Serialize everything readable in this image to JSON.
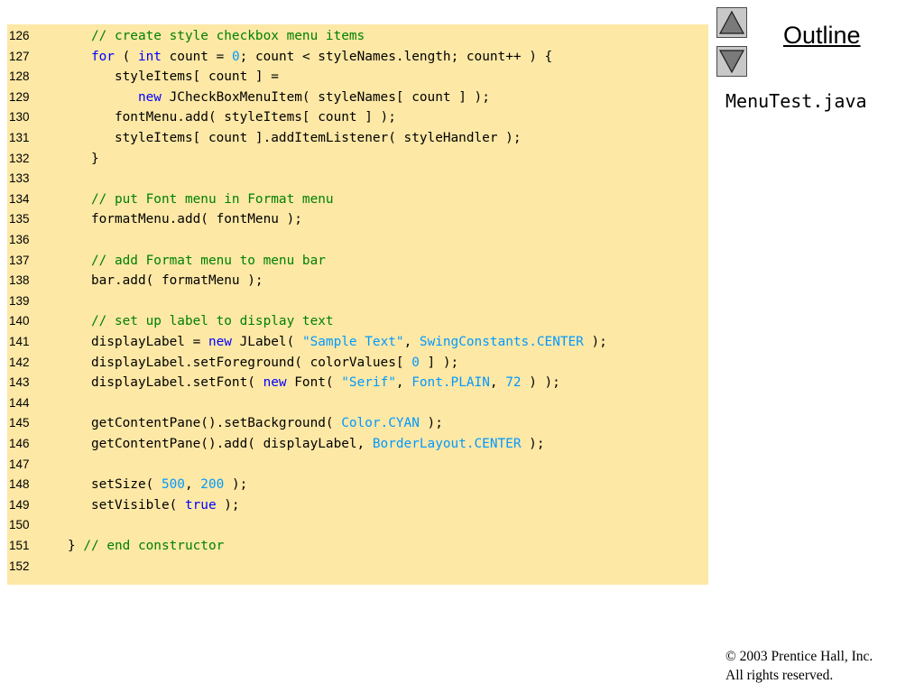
{
  "sidebar": {
    "title": "Outline",
    "file_name": "MenuTest.java",
    "up_icon": "triangle-up-icon",
    "down_icon": "triangle-down-icon"
  },
  "footer": {
    "copyright_line1": "© 2003 Prentice Hall, Inc.",
    "copyright_line2": "All rights reserved."
  },
  "colors": {
    "panel_background": "#fde8a6",
    "keyword": "#0000ff",
    "comment": "#008000",
    "literal": "#0099ff",
    "plain": "#000000"
  },
  "code": {
    "lines": [
      {
        "number": "126",
        "tokens": [
          {
            "t": "      "
          },
          {
            "t": "// create style checkbox menu items",
            "k": "comment"
          }
        ]
      },
      {
        "number": "127",
        "tokens": [
          {
            "t": "      "
          },
          {
            "t": "for",
            "k": "keyword"
          },
          {
            "t": " ( "
          },
          {
            "t": "int",
            "k": "keyword"
          },
          {
            "t": " count = "
          },
          {
            "t": "0",
            "k": "literal"
          },
          {
            "t": "; count < styleNames.length; count++ ) {"
          }
        ]
      },
      {
        "number": "128",
        "tokens": [
          {
            "t": "         styleItems[ count ] ="
          }
        ]
      },
      {
        "number": "129",
        "tokens": [
          {
            "t": "            "
          },
          {
            "t": "new",
            "k": "keyword"
          },
          {
            "t": " JCheckBoxMenuItem( styleNames[ count ] );"
          }
        ]
      },
      {
        "number": "130",
        "tokens": [
          {
            "t": "         fontMenu.add( styleItems[ count ] );"
          }
        ]
      },
      {
        "number": "131",
        "tokens": [
          {
            "t": "         styleItems[ count ].addItemListener( styleHandler );"
          }
        ]
      },
      {
        "number": "132",
        "tokens": [
          {
            "t": "      }"
          }
        ]
      },
      {
        "number": "133",
        "tokens": []
      },
      {
        "number": "134",
        "tokens": [
          {
            "t": "      "
          },
          {
            "t": "// put Font menu in Format menu",
            "k": "comment"
          }
        ]
      },
      {
        "number": "135",
        "tokens": [
          {
            "t": "      formatMenu.add( fontMenu );"
          }
        ]
      },
      {
        "number": "136",
        "tokens": []
      },
      {
        "number": "137",
        "tokens": [
          {
            "t": "      "
          },
          {
            "t": "// add Format menu to menu bar",
            "k": "comment"
          }
        ]
      },
      {
        "number": "138",
        "tokens": [
          {
            "t": "      bar.add( formatMenu );"
          }
        ]
      },
      {
        "number": "139",
        "tokens": []
      },
      {
        "number": "140",
        "tokens": [
          {
            "t": "      "
          },
          {
            "t": "// set up label to display text",
            "k": "comment"
          }
        ]
      },
      {
        "number": "141",
        "tokens": [
          {
            "t": "      displayLabel = "
          },
          {
            "t": "new",
            "k": "keyword"
          },
          {
            "t": " JLabel( "
          },
          {
            "t": "\"Sample Text\"",
            "k": "literal"
          },
          {
            "t": ", "
          },
          {
            "t": "SwingConstants.CENTER",
            "k": "literal"
          },
          {
            "t": " );"
          }
        ]
      },
      {
        "number": "142",
        "tokens": [
          {
            "t": "      displayLabel.setForeground( colorValues[ "
          },
          {
            "t": "0",
            "k": "literal"
          },
          {
            "t": " ] );"
          }
        ]
      },
      {
        "number": "143",
        "tokens": [
          {
            "t": "      displayLabel.setFont( "
          },
          {
            "t": "new",
            "k": "keyword"
          },
          {
            "t": " Font( "
          },
          {
            "t": "\"Serif\"",
            "k": "literal"
          },
          {
            "t": ", "
          },
          {
            "t": "Font.PLAIN",
            "k": "literal"
          },
          {
            "t": ", "
          },
          {
            "t": "72",
            "k": "literal"
          },
          {
            "t": " ) );"
          }
        ]
      },
      {
        "number": "144",
        "tokens": []
      },
      {
        "number": "145",
        "tokens": [
          {
            "t": "      getContentPane().setBackground( "
          },
          {
            "t": "Color.CYAN",
            "k": "literal"
          },
          {
            "t": " );"
          }
        ]
      },
      {
        "number": "146",
        "tokens": [
          {
            "t": "      getContentPane().add( displayLabel, "
          },
          {
            "t": "BorderLayout.CENTER",
            "k": "literal"
          },
          {
            "t": " );"
          }
        ]
      },
      {
        "number": "147",
        "tokens": []
      },
      {
        "number": "148",
        "tokens": [
          {
            "t": "      setSize( "
          },
          {
            "t": "500",
            "k": "literal"
          },
          {
            "t": ", "
          },
          {
            "t": "200",
            "k": "literal"
          },
          {
            "t": " );"
          }
        ]
      },
      {
        "number": "149",
        "tokens": [
          {
            "t": "      setVisible( "
          },
          {
            "t": "true",
            "k": "keyword"
          },
          {
            "t": " );"
          }
        ]
      },
      {
        "number": "150",
        "tokens": []
      },
      {
        "number": "151",
        "tokens": [
          {
            "t": "   } "
          },
          {
            "t": "// end constructor",
            "k": "comment"
          }
        ]
      },
      {
        "number": "152",
        "tokens": []
      }
    ]
  }
}
